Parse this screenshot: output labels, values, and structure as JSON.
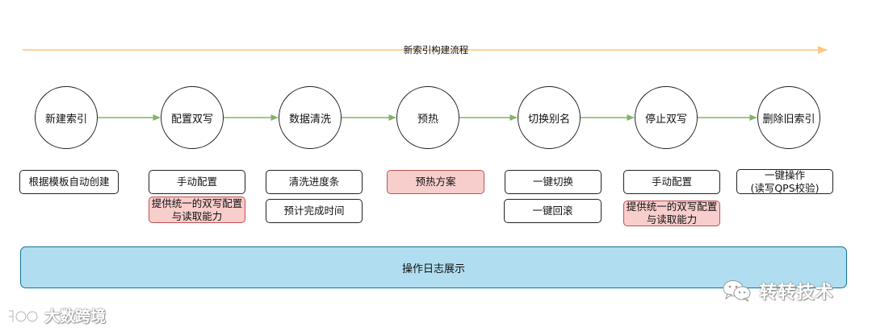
{
  "flow_title": "新索引构建流程",
  "stages": [
    {
      "label": "新建索引"
    },
    {
      "label": "配置双写"
    },
    {
      "label": "数据清洗"
    },
    {
      "label": "预热"
    },
    {
      "label": "切换别名"
    },
    {
      "label": "停止双写"
    },
    {
      "label": "删除旧索引"
    }
  ],
  "boxes": {
    "create_from_template": "根据模板自动创建",
    "manual_config_1": "手动配置",
    "dual_write_note_1": "提供统一的双写配置\n与读取能力",
    "cleaning_progress": "清洗进度条",
    "estimated_time": "预计完成时间",
    "warmup_plan": "预热方案",
    "one_click_switch": "一键切换",
    "one_click_rollback": "一键回滚",
    "manual_config_2": "手动配置",
    "dual_write_note_2": "提供统一的双写配置\n与读取能力",
    "one_click_operation": "一键操作\n(读写QPS校验)"
  },
  "log_panel": {
    "label": "操作日志展示"
  },
  "watermarks": {
    "left": "大数跨境",
    "right": "转转技术"
  },
  "colors": {
    "timeline_arrow": "#fdd09a",
    "connector": "#82b366",
    "highlight_fill": "#f8cecc",
    "highlight_stroke": "#c05050",
    "log_fill": "#b1ddf0",
    "log_stroke": "#10739e"
  }
}
